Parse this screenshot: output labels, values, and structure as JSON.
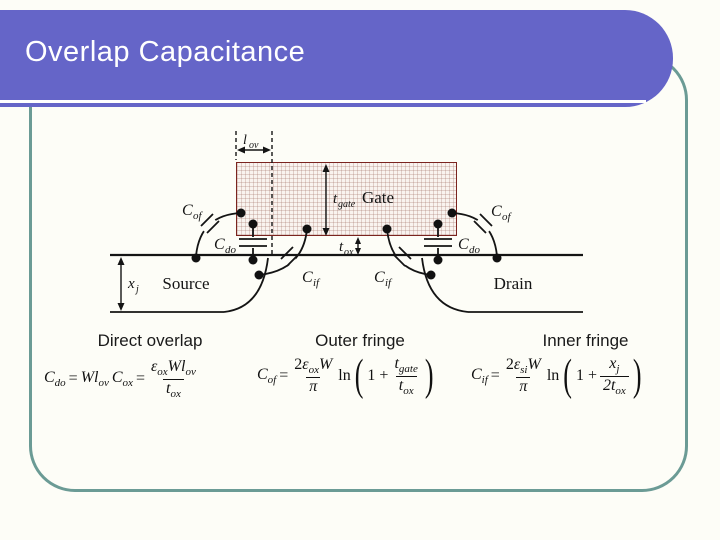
{
  "slide": {
    "title": "Overlap Capacitance"
  },
  "colors": {
    "header": "#6565c8",
    "frame": "#6b9b95",
    "gate_border": "#7b241f",
    "ink": "#141414"
  },
  "diagram": {
    "gate_label": "Gate",
    "source_label": "Source",
    "drain_label": "Drain",
    "symbols": {
      "lov": {
        "base": "l",
        "sub": "ov"
      },
      "tgate": {
        "base": "t",
        "sub": "gate"
      },
      "tox": {
        "base": "t",
        "sub": "ox"
      },
      "xj": {
        "base": "x",
        "sub": "j"
      },
      "cof": {
        "base": "C",
        "sub": "of"
      },
      "cdo": {
        "base": "C",
        "sub": "do"
      },
      "cif": {
        "base": "C",
        "sub": "if"
      }
    }
  },
  "formulas": {
    "f1": {
      "heading": "Direct overlap",
      "lhs_b": "C",
      "lhs_s": "do",
      "eq": "=",
      "t1_b": "Wl",
      "t1_s": "ov",
      "t2_b": "C",
      "t2_s": "ox",
      "eq2": "=",
      "num_eps": "ε",
      "num_eps_s": "ox",
      "num_b": "Wl",
      "num_s": "ov",
      "den_b": "t",
      "den_s": "ox"
    },
    "f2": {
      "heading": "Outer fringe",
      "lhs_b": "C",
      "lhs_s": "of",
      "eq": "=",
      "coef": "2",
      "eps": "ε",
      "eps_s": "ox",
      "var": "W",
      "den": "π",
      "ln": "ln",
      "lparen": "(",
      "rparen": ")",
      "one_plus": "1 +",
      "in_num_b": "t",
      "in_num_s": "gate",
      "in_den_b": "t",
      "in_den_s": "ox"
    },
    "f3": {
      "heading": "Inner fringe",
      "lhs_b": "C",
      "lhs_s": "if",
      "eq": "=",
      "coef": "2",
      "eps": "ε",
      "eps_s": "si",
      "var": "W",
      "den": "π",
      "ln": "ln",
      "lparen": "(",
      "rparen": ")",
      "one_plus": "1 +",
      "in_num_b": "x",
      "in_num_s": "j",
      "in_den_b": "2t",
      "in_den_s": "ox"
    }
  }
}
